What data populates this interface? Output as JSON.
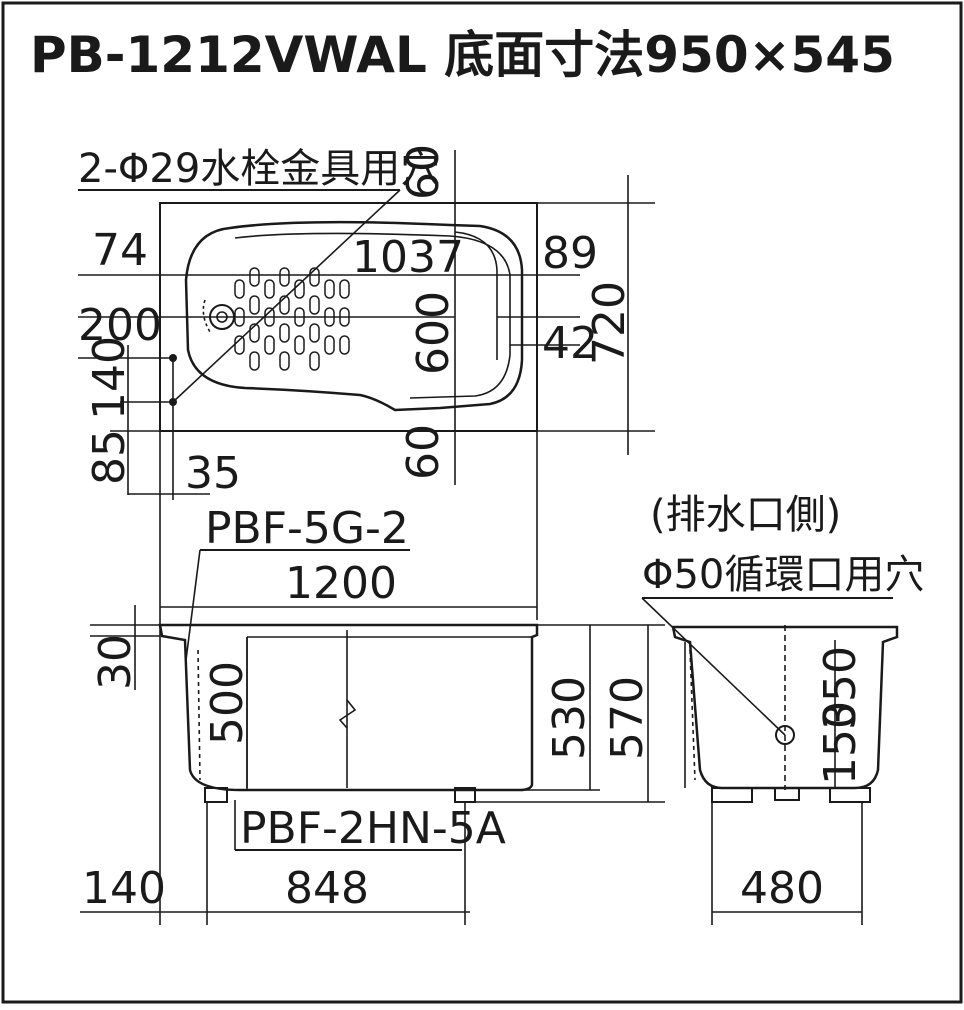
{
  "title": "PB-1212VWAL 底面寸法950×545",
  "top_view": {
    "faucet_holes": "2-Φ29水栓金具用穴",
    "dim_top_60": "60",
    "dim_bottom_60": "60",
    "dim_74": "74",
    "dim_1037": "1037",
    "dim_89": "89",
    "dim_200": "200",
    "dim_600": "600",
    "dim_42": "42",
    "dim_720": "720",
    "dim_140": "140",
    "dim_85": "85",
    "dim_35": "35"
  },
  "front_view": {
    "drain_part": "PBF-5G-2",
    "dim_1200": "1200",
    "dim_30": "30",
    "dim_500": "500",
    "dim_530": "530",
    "dim_570": "570",
    "leg_part": "PBF-2HN-5A",
    "dim_140": "140",
    "dim_848": "848"
  },
  "side_view": {
    "side_label": "(排水口側)",
    "circ_hole": "Φ50循環口用穴",
    "dim_350": "350",
    "dim_150": "150",
    "dim_480": "480"
  }
}
